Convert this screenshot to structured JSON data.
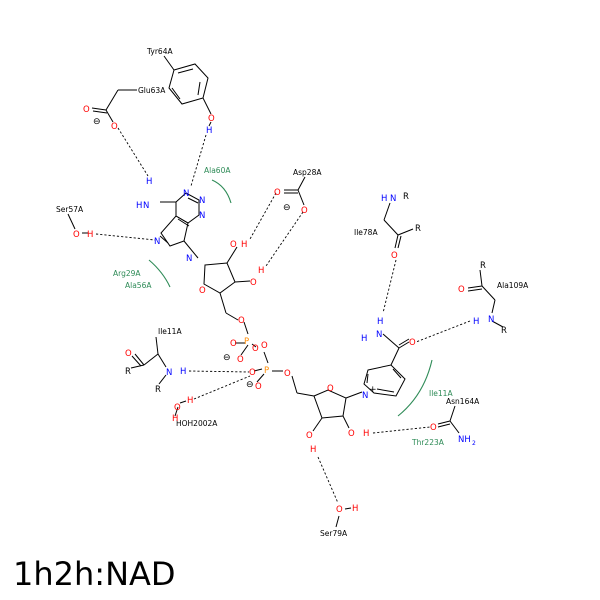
{
  "title": "1h2h:NAD",
  "residues": {
    "tyr64a": "Tyr64A",
    "glu63a": "Glu63A",
    "ala60a": "Ala60A",
    "asp28a": "Asp28A",
    "ser57a": "Ser57A",
    "ile78a": "Ile78A",
    "arg29a": "Arg29A",
    "ala56a": "Ala56A",
    "ala109a": "Ala109A",
    "ile11a_a": "Ile11A",
    "ile11a_b": "Ile11A",
    "asn164a": "Asn164A",
    "thr223a": "Thr223A",
    "hoh2002a": "HOH2002A",
    "ser79a": "Ser79A"
  },
  "atom_colors": {
    "oxygen": "#ff0000",
    "nitrogen": "#0000ff",
    "phosphorus": "#ff8c00",
    "hydrophobic": "#2e8b57"
  }
}
